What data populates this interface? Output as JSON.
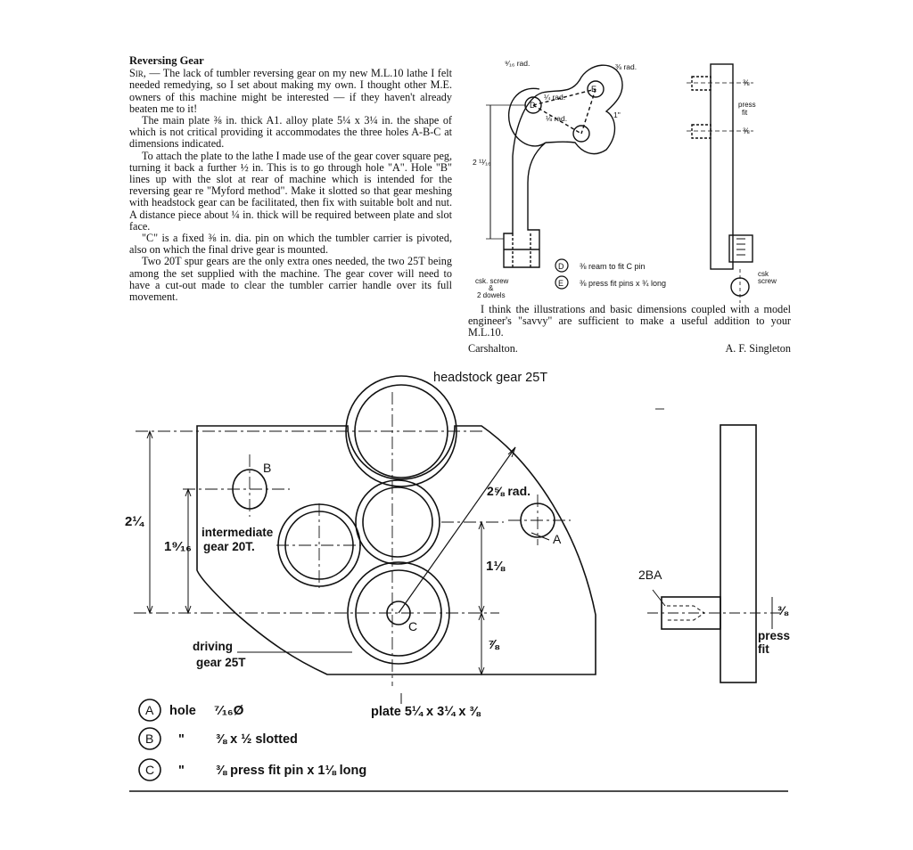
{
  "article": {
    "heading": "Reversing Gear",
    "salutation": "Sir,",
    "paragraphs": [
      "— The lack of tumbler reversing gear on my new M.L.10 lathe I felt needed remedying, so I set about making my own. I thought other M.E. owners of this machine might be interested — if they haven't already beaten me to it!",
      "The main plate ⅜ in. thick A1. alloy plate 5¼ x 3¼ in. the shape of which is not critical providing it accommodates the three holes A-B-C at dimensions indicated.",
      "To attach the plate to the lathe I made use of the gear cover square peg, turning it back a further ½ in. This is to go through hole \"A\". Hole \"B\" lines up with the slot at rear of machine which is intended for the reversing gear re \"Myford method\". Make it slotted so that gear meshing with headstock gear can be facilitated, then fix with suitable bolt and nut. A distance piece about ¼ in. thick will be required between plate and slot face.",
      "\"C\" is a fixed ⅜ in. dia. pin on which the tumbler carrier is pivoted, also on which the final drive gear is mounted.",
      "Two 20T spur gears are the only extra ones needed, the two 25T being among the set supplied with the machine. The gear cover will need to have a cut-out made to clear the tumbler carrier handle over its full movement."
    ],
    "closing": "I think the illustrations and basic dimensions coupled with a model engineer's \"savvy\" are sufficient to make a useful addition to your M.L.10.",
    "place": "Carshalton.",
    "author": "A. F. Singleton"
  },
  "top_drawing": {
    "rad_9_16": "⁹⁄₁₆ rad.",
    "rad_3_8": "⅜ rad.",
    "rad_1_4": "¼ rad.",
    "rad_1_8": "⅛ rad.",
    "dim_1": "1\"",
    "dim_height": "2 ¹¹⁄₁₆",
    "label_d": "D",
    "label_e": "E",
    "note_d": "⅜ ream to fit C pin",
    "note_e": "⅜ press fit pins x ¾ long",
    "csk_left": [
      "csk. screw",
      "&",
      "2 dowels"
    ],
    "dim_3_8_a": "⅜",
    "dim_3_8_b": "⅜",
    "press_fit": [
      "press",
      "fit"
    ],
    "csk_right": [
      "csk",
      "screw"
    ]
  },
  "main_drawing": {
    "headstock_label": "headstock gear 25T",
    "rad_label": "2⅝ rad.",
    "dim_2_1_4": "2¼",
    "dim_1_9_16": "1⁹⁄₁₆",
    "dim_1_1_8": "1⅛",
    "dim_7_8": "⅞",
    "label_a": "A",
    "label_b": "B",
    "label_c": "C",
    "intermediate_label": [
      "intermediate",
      "gear 20T."
    ],
    "driving_label": [
      "driving",
      "gear 25T"
    ],
    "plate_label": "plate 5¼ x 3¼ x ⅜",
    "side_2ba": "2BA",
    "side_3_8": "⅜",
    "side_press_fit": [
      "press",
      "fit"
    ]
  },
  "legend": [
    {
      "letter": "A",
      "kind": "hole",
      "spec": "⁷⁄₁₆Ø"
    },
    {
      "letter": "B",
      "kind": "\"",
      "spec": "⅜ x ½ slotted"
    },
    {
      "letter": "C",
      "kind": "\"",
      "spec": "⅜ press fit pin x 1⅛ long"
    }
  ]
}
